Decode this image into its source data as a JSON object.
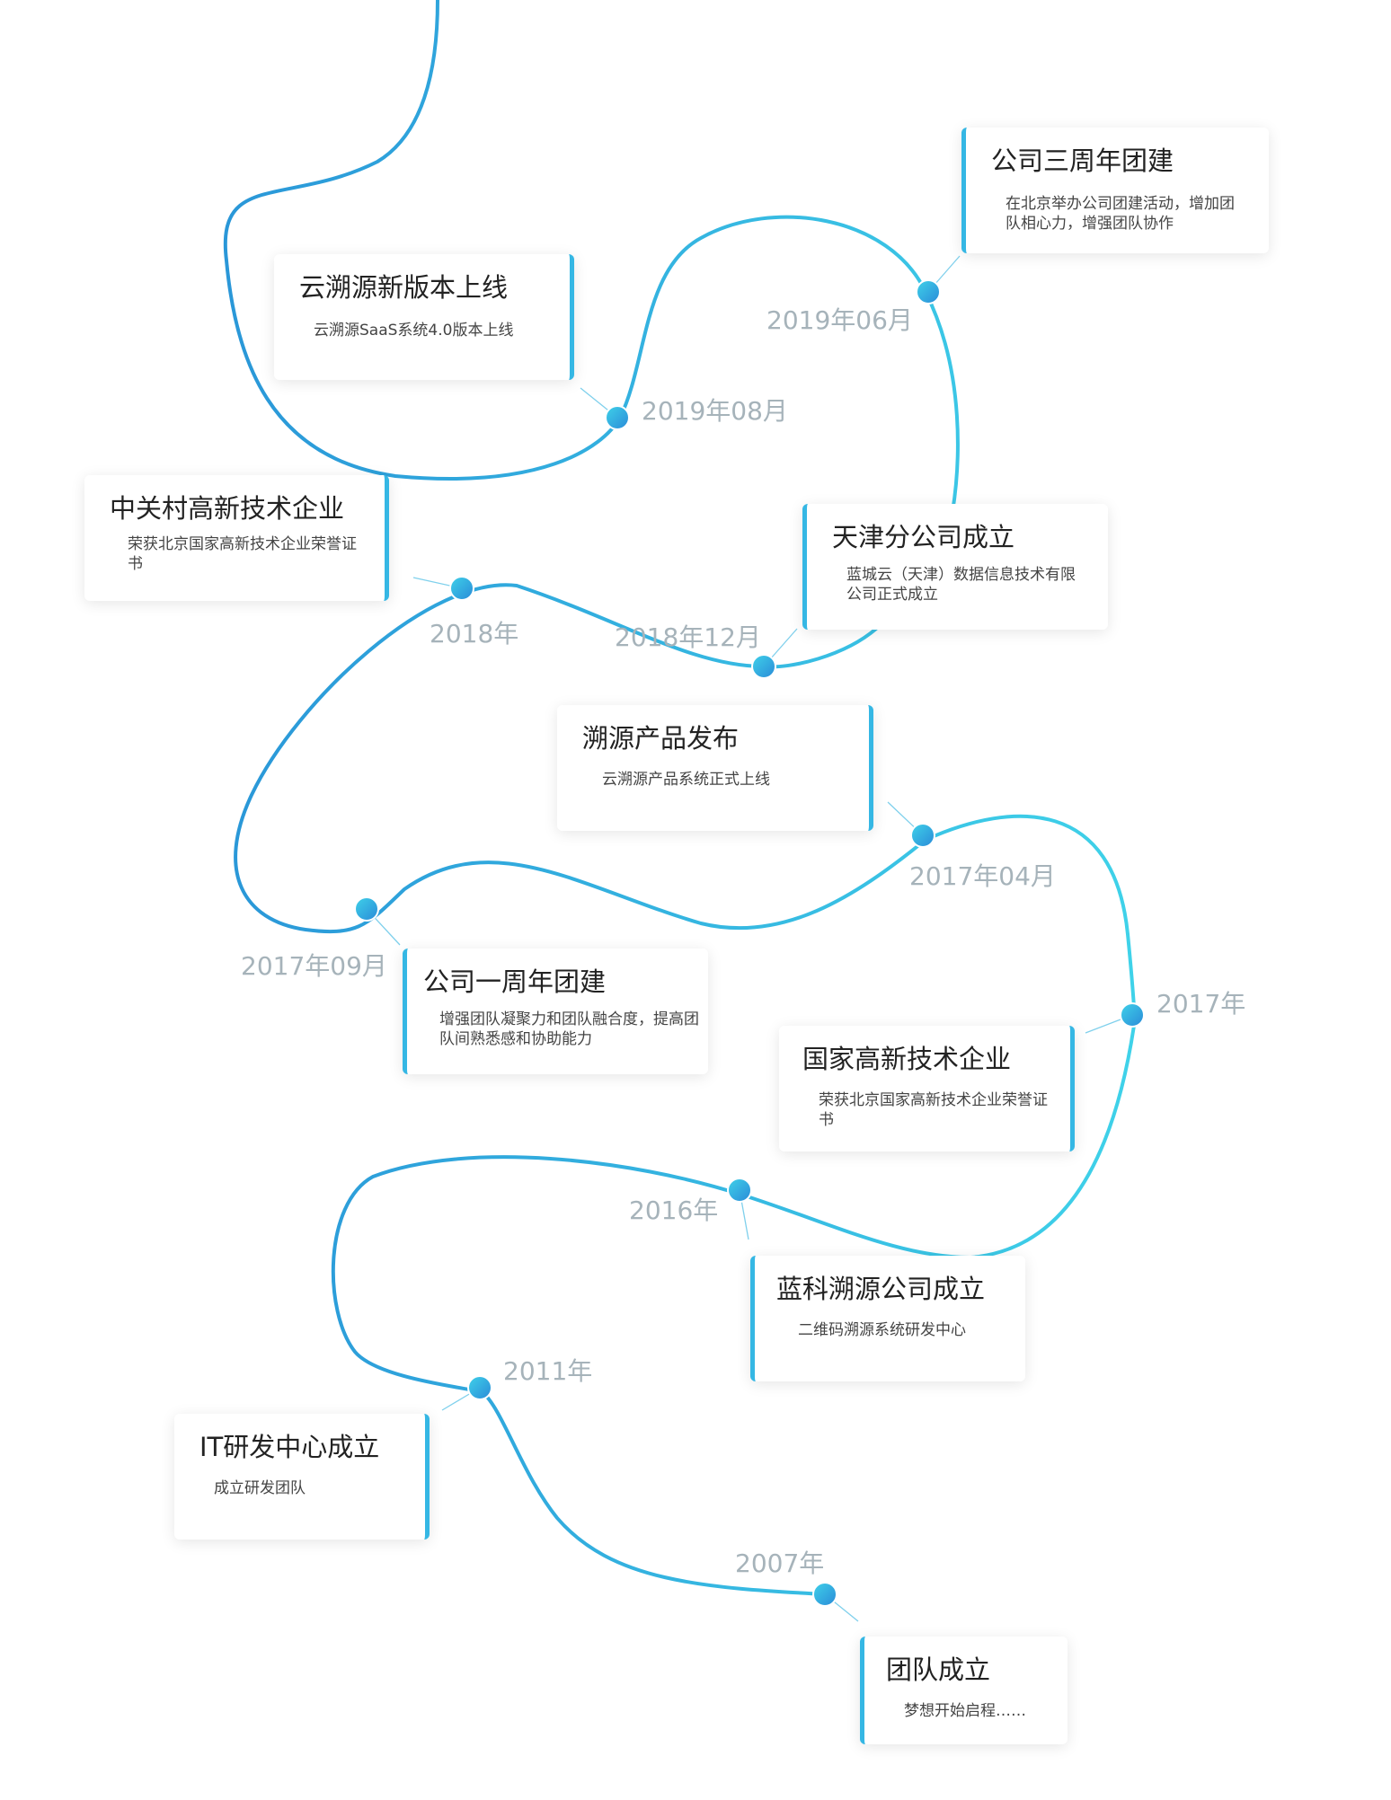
{
  "colors": {
    "path_start": "#2a97d8",
    "path_end": "#3fd2e9",
    "card_bar": "#35b7e4",
    "date_text": "#a6b3ba"
  },
  "events": [
    {
      "date": "2019年06月",
      "title": "公司三周年团建",
      "desc": "在北京举办公司团建活动，增加团队相心力，增强团队协作"
    },
    {
      "date": "2019年08月",
      "title": "云溯源新版本上线",
      "desc": "云溯源SaaS系统4.0版本上线"
    },
    {
      "date": "2018年12月",
      "title": "天津分公司成立",
      "desc": "蓝城云（天津）数据信息技术有限公司正式成立"
    },
    {
      "date": "2018年",
      "title": "中关村高新技术企业",
      "desc": "荣获北京国家高新技术企业荣誉证书"
    },
    {
      "date": "2017年04月",
      "title": "溯源产品发布",
      "desc": "云溯源产品系统正式上线"
    },
    {
      "date": "2017年09月",
      "title": "公司一周年团建",
      "desc": "增强团队凝聚力和团队融合度，提高团队间熟悉感和协助能力"
    },
    {
      "date": "2017年",
      "title": "国家高新技术企业",
      "desc": "荣获北京国家高新技术企业荣誉证书"
    },
    {
      "date": "2016年",
      "title": "蓝科溯源公司成立",
      "desc": "二维码溯源系统研发中心"
    },
    {
      "date": "2011年",
      "title": "IT研发中心成立",
      "desc": "成立研发团队"
    },
    {
      "date": "2007年",
      "title": "团队成立",
      "desc": "梦想开始启程……"
    }
  ]
}
